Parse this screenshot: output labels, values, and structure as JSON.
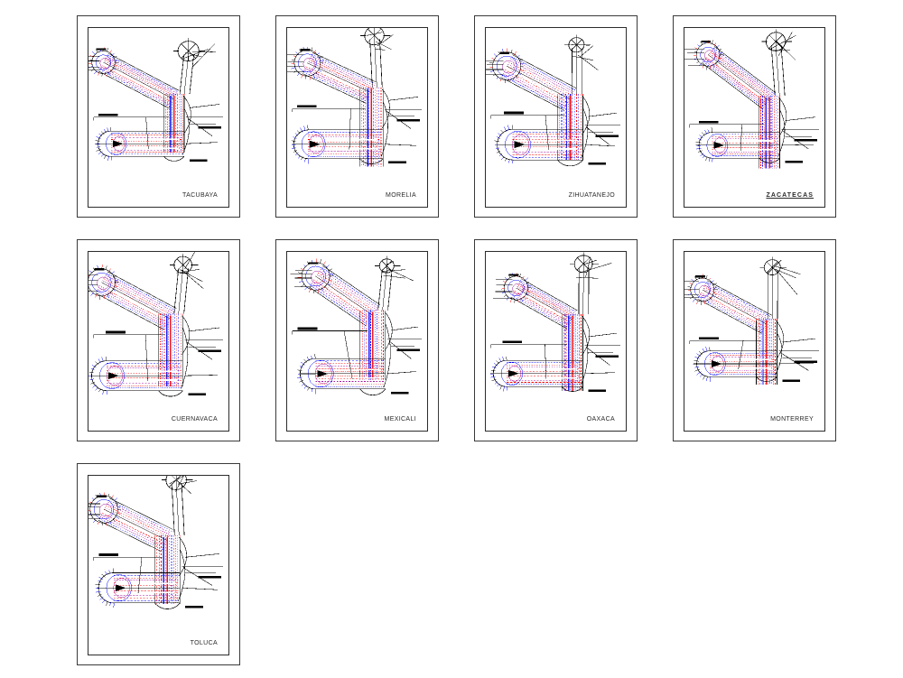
{
  "document": {
    "type": "cad-sheet-set",
    "background_color": "#ffffff",
    "sheet_count": 9,
    "frame_color": "#3a3a3a",
    "inner_frame_color": "#2c2c2c"
  },
  "palette": {
    "line_black": "#000000",
    "line_red": "#ff0000",
    "line_blue": "#0000ff",
    "line_magenta": "#a0189b",
    "line_purple": "#7a2a8a"
  },
  "grid": {
    "columns": 4,
    "rows": 3,
    "column_x": [
      85,
      305,
      525,
      745
    ],
    "row_y": [
      17,
      265,
      513
    ],
    "sheet_width": 181,
    "sheet_height": 224
  },
  "sheets": [
    {
      "title": "TACUBAYA",
      "row": 0,
      "col": 0,
      "variant": 0,
      "underlined": false
    },
    {
      "title": "MORELIA",
      "row": 0,
      "col": 1,
      "variant": 1,
      "underlined": false
    },
    {
      "title": "ZIHUATANEJO",
      "row": 0,
      "col": 2,
      "variant": 2,
      "underlined": false
    },
    {
      "title": "ZACATECAS",
      "row": 0,
      "col": 3,
      "variant": 3,
      "underlined": true
    },
    {
      "title": "CUERNAVACA",
      "row": 1,
      "col": 0,
      "variant": 4,
      "underlined": false
    },
    {
      "title": "MEXICALI",
      "row": 1,
      "col": 1,
      "variant": 5,
      "underlined": false
    },
    {
      "title": "OAXACA",
      "row": 1,
      "col": 2,
      "variant": 6,
      "underlined": false
    },
    {
      "title": "MONTERREY",
      "row": 1,
      "col": 3,
      "variant": 7,
      "underlined": false
    },
    {
      "title": "TOLUCA",
      "row": 2,
      "col": 0,
      "variant": 8,
      "underlined": false
    }
  ]
}
